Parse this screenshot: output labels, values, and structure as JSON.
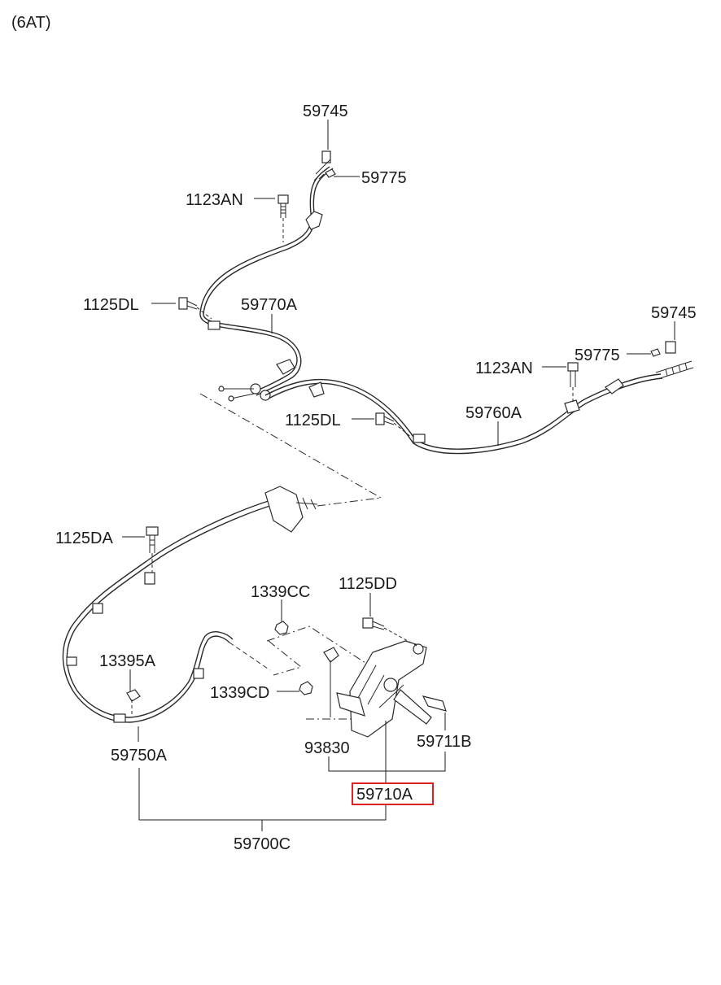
{
  "header": {
    "variant": "(6AT)"
  },
  "labels": {
    "p59745_top": "59745",
    "p59775_top": "59775",
    "p1123AN_top": "1123AN",
    "p1125DL_top": "1125DL",
    "p59770A": "59770A",
    "p59745_right": "59745",
    "p59775_right": "59775",
    "p1123AN_right": "1123AN",
    "p1125DL_mid": "1125DL",
    "p59760A": "59760A",
    "p1125DA": "1125DA",
    "p1339CC": "1339CC",
    "p1125DD": "1125DD",
    "p13395A": "13395A",
    "p1339CD": "1339CD",
    "p93830": "93830",
    "p59711B": "59711B",
    "p59750A": "59750A",
    "p59710A": "59710A",
    "p59700C": "59700C"
  },
  "highlight": {
    "part": "59710A",
    "color": "#e0201c"
  }
}
